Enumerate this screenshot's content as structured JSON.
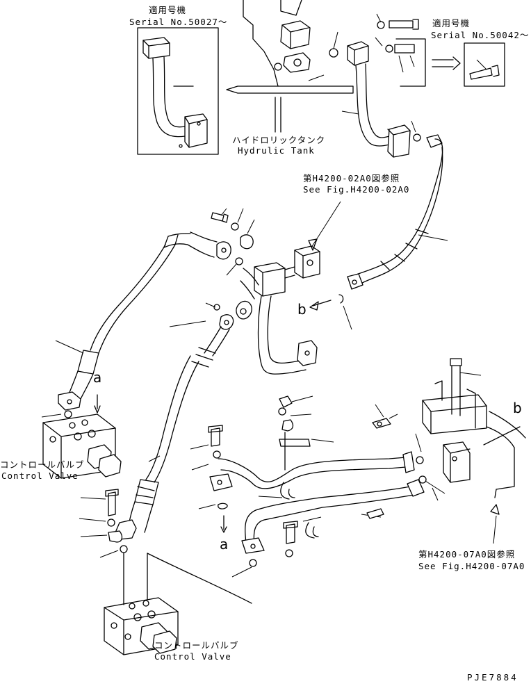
{
  "labels": {
    "serial_a_jp": "適用号機",
    "serial_a": "Serial No.50027～",
    "serial_b_jp": "適用号機",
    "serial_b": "Serial No.50042～",
    "tank_jp": "ハイドロリックタンク",
    "tank_en": "Hydrulic Tank",
    "fig02_jp": "第H4200-02A0図参照",
    "fig02_en": "See Fig.H4200-02A0",
    "fig07_jp": "第H4200-07A0図参照",
    "fig07_en": "See Fig.H4200-07A0",
    "cv1_jp": "コントロールバルブ",
    "cv1_en": "Control Valve",
    "cv2_jp": "コントロールバルブ",
    "cv2_en": "Control Valve",
    "ref_a_top": "a",
    "ref_a_bottom": "a",
    "ref_b_left": "b",
    "ref_b_right": "b",
    "drawing_code": "PJE7884"
  }
}
